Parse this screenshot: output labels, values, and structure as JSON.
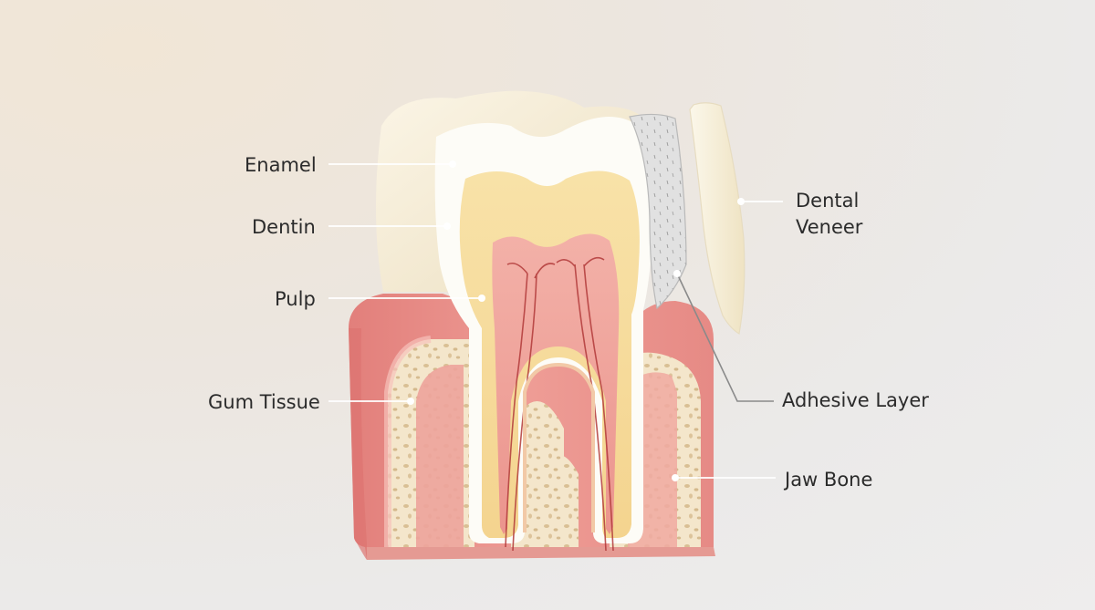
{
  "labels": {
    "enamel": "Enamel",
    "dentin": "Dentin",
    "pulp": "Pulp",
    "gum_tissue": "Gum Tissue",
    "dental_veneer_line1": "Dental",
    "dental_veneer_line2": "Veneer",
    "adhesive_layer": "Adhesive Layer",
    "jaw_bone": "Jaw Bone"
  },
  "colors": {
    "enamel": "#fdfcf8",
    "dentin": "#f6dc9e",
    "pulp": "#efa09a",
    "gum": "#e98c88",
    "bone": "#f3e4c8",
    "veneer": "#f6efd8",
    "adhesive": "#dcdcdc"
  }
}
